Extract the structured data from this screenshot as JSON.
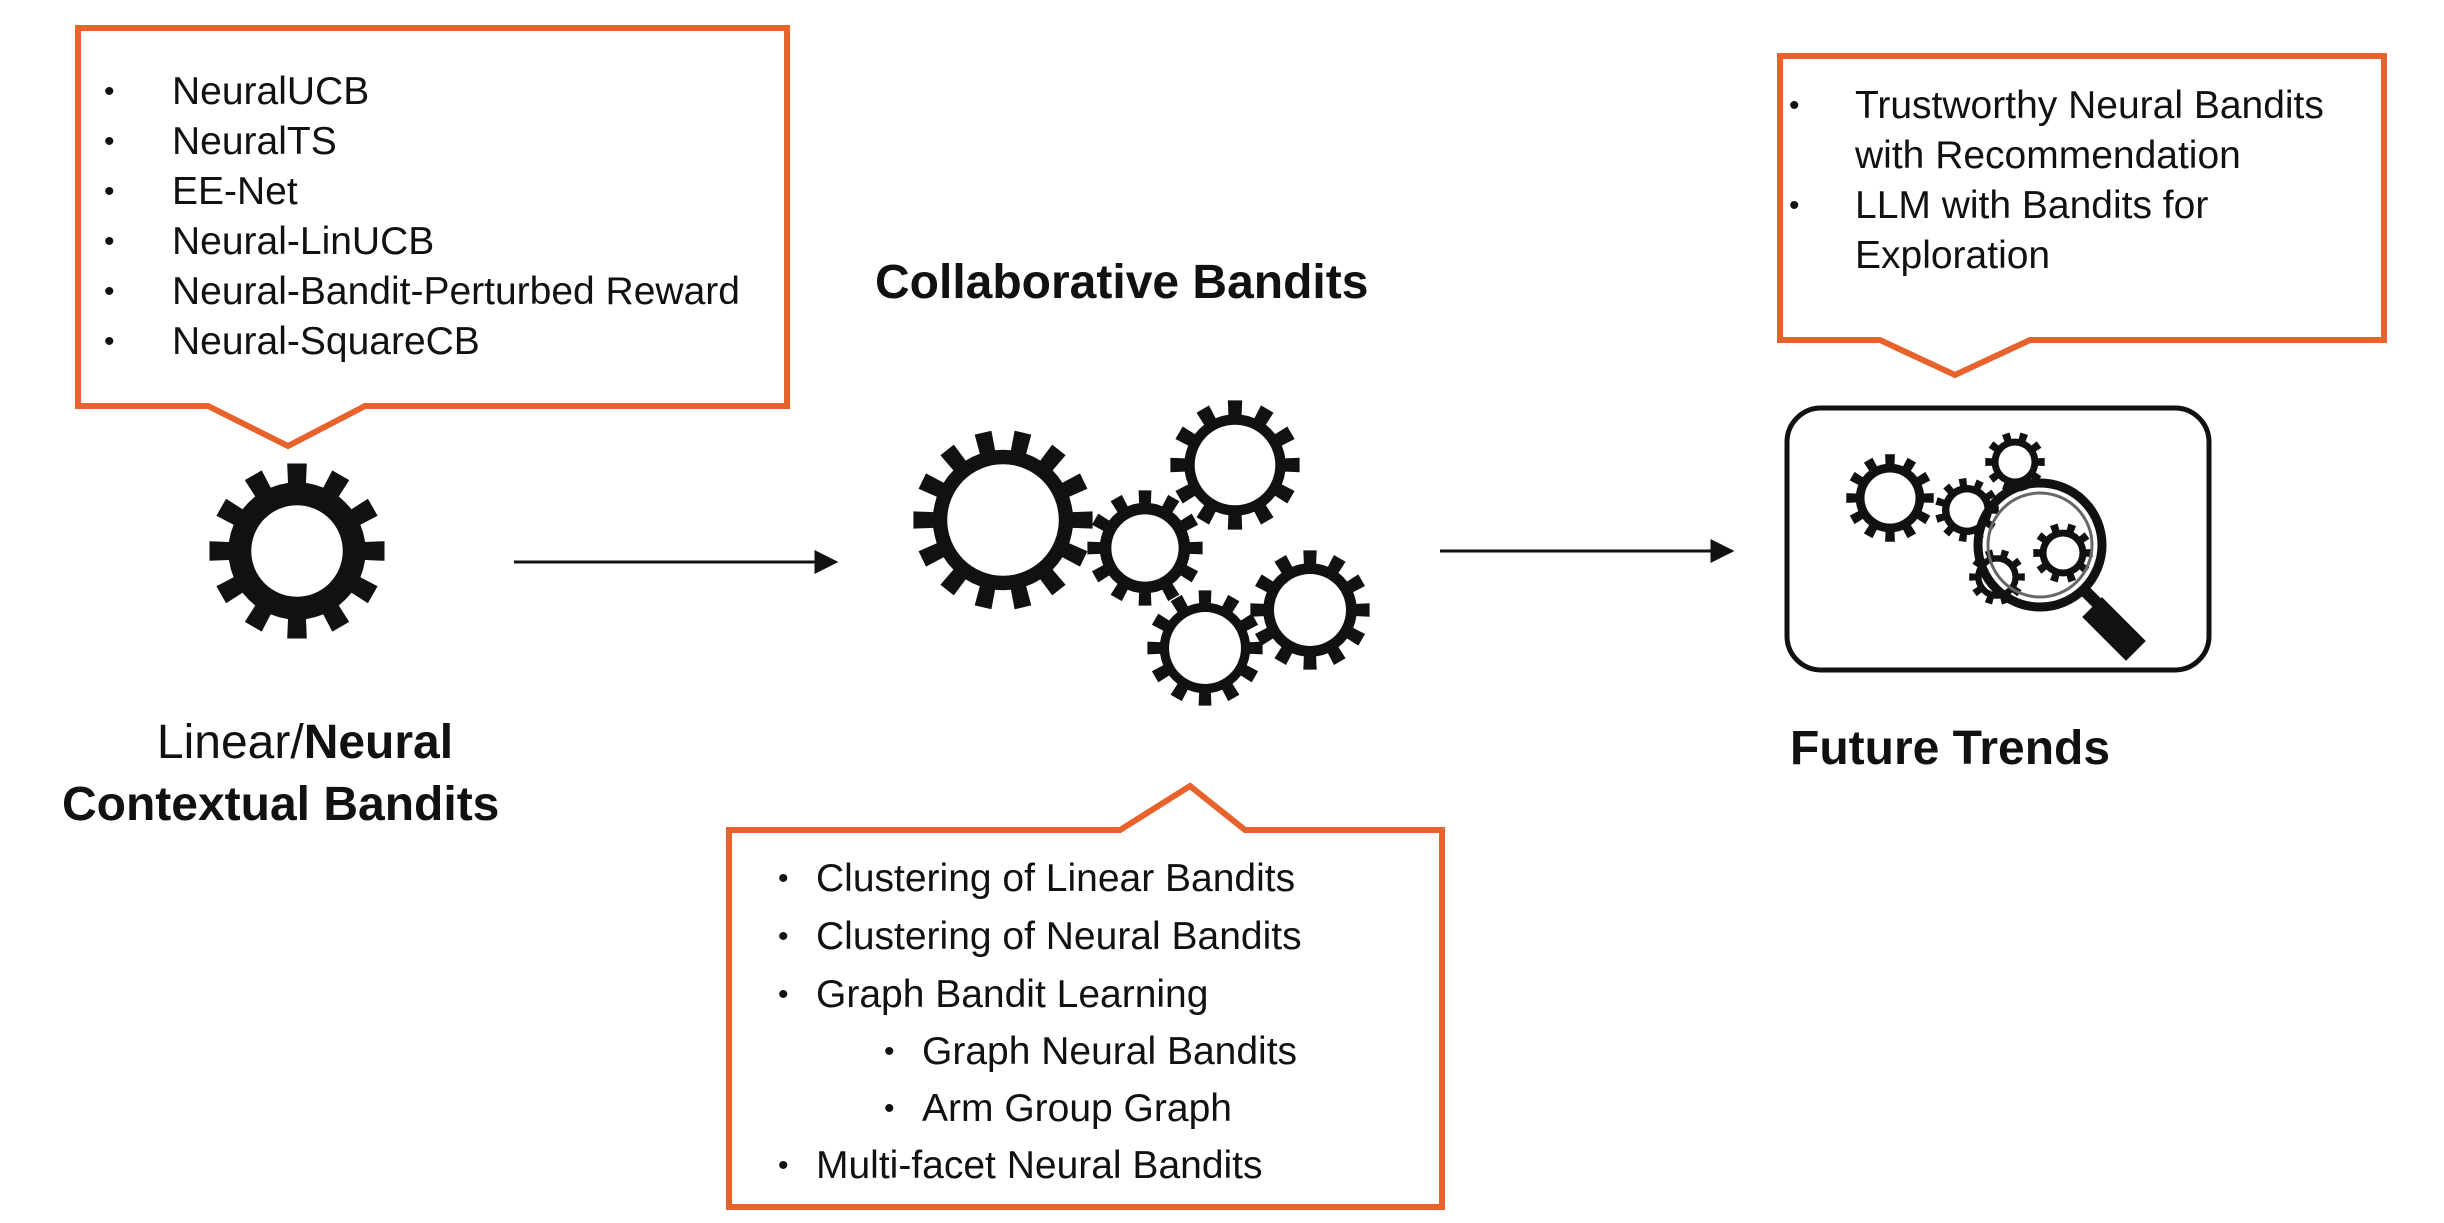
{
  "stages": [
    {
      "title_light": "Linear/",
      "title_bold": "Neural",
      "title_line2": "Contextual Bandits",
      "items": [
        "NeuralUCB",
        "NeuralTS",
        "EE-Net",
        "Neural-LinUCB",
        "Neural-Bandit-Perturbed Reward",
        "Neural-SquareCB"
      ]
    },
    {
      "title": "Collaborative Bandits",
      "items": [
        "Clustering of Linear Bandits",
        "Clustering of Neural Bandits",
        "Graph Bandit Learning"
      ],
      "sub_items": [
        "Graph Neural Bandits",
        "Arm Group Graph"
      ],
      "items_after": [
        "Multi-facet Neural Bandits"
      ]
    },
    {
      "title": "Future Trends",
      "items": [
        {
          "line1": "Trustworthy Neural Bandits",
          "line2": "with Recommendation"
        },
        {
          "line1": "LLM with Bandits for",
          "line2": "Exploration"
        }
      ]
    }
  ],
  "colors": {
    "callout_border": "#e8622c",
    "text": "#111111",
    "gear": "#111111"
  },
  "icons": [
    "gear-icon",
    "gear-cluster-icon",
    "gear-magnifier-icon",
    "arrow-right-icon"
  ]
}
